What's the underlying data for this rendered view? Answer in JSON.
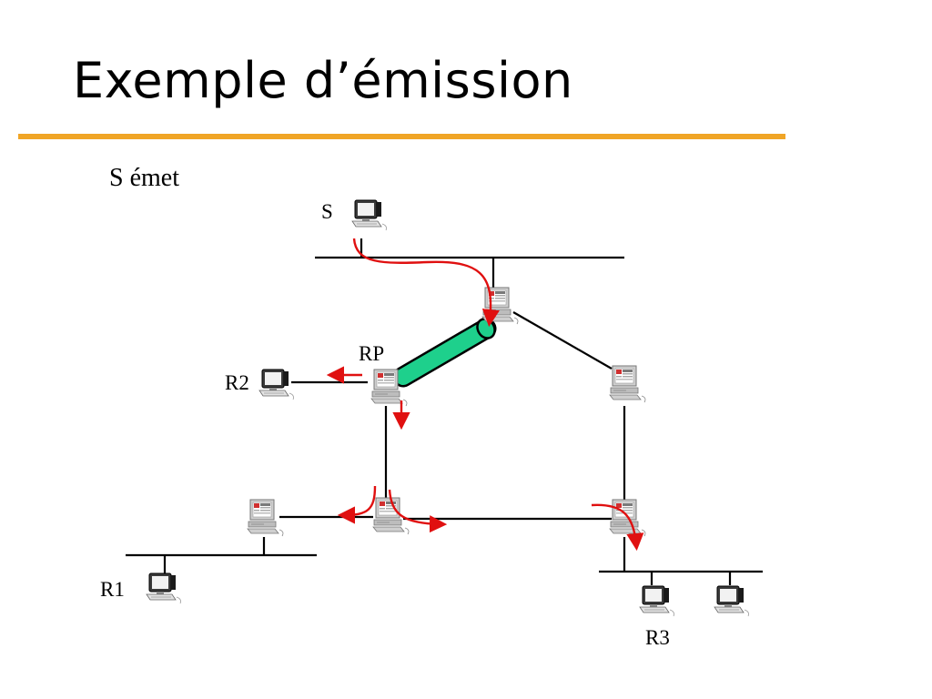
{
  "slide": {
    "title": "Exemple d’émission",
    "subtitle": "S émet"
  },
  "colors": {
    "rule": "#f0a526",
    "flow": "#e01010",
    "tunnel": "#1ed08c",
    "line": "#000000"
  },
  "labels": {
    "s": "S",
    "rp": "RP",
    "r2": "R2",
    "r1": "R1",
    "r3": "R3"
  },
  "icons": {
    "host": "workstation-icon",
    "router": "router-computer-icon"
  }
}
